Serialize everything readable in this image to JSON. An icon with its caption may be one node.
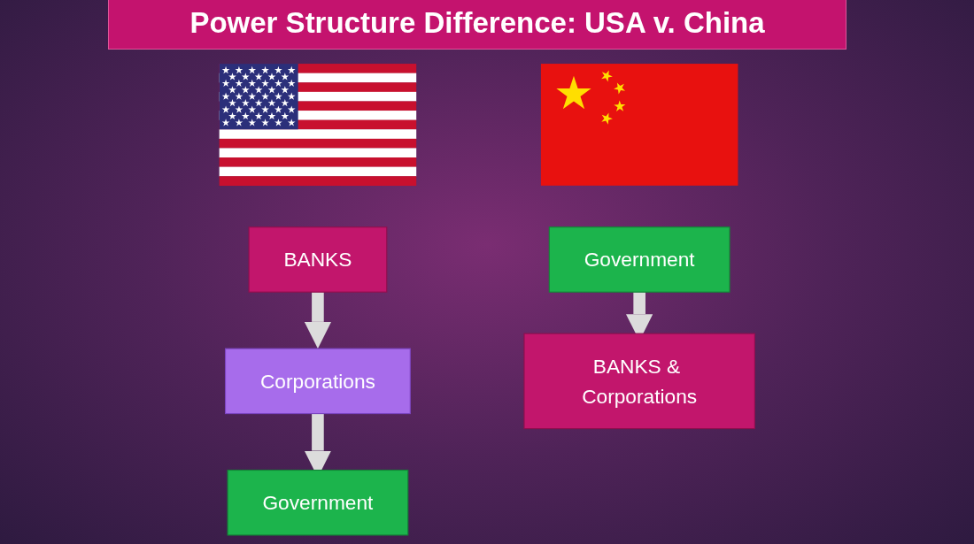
{
  "diagram": {
    "title": "Power Structure Difference: USA v. China",
    "nodes": [
      {
        "text": [],
        "shape": "picture"
      },
      {
        "text": [
          "BANKS"
        ]
      },
      {
        "text": [
          "Corporations"
        ]
      },
      {
        "text": [
          "Government"
        ]
      },
      {
        "text": [],
        "shape": "picture"
      },
      {
        "text": [
          "Government"
        ]
      },
      {
        "text": [
          "BANKS & Corporations"
        ]
      }
    ],
    "edges": [
      {
        "from": 1,
        "to": 2,
        "arrow": "to"
      },
      {
        "from": 2,
        "to": 3,
        "arrow": "to"
      },
      {
        "from": 5,
        "to": 6,
        "arrow": "to"
      }
    ]
  }
}
